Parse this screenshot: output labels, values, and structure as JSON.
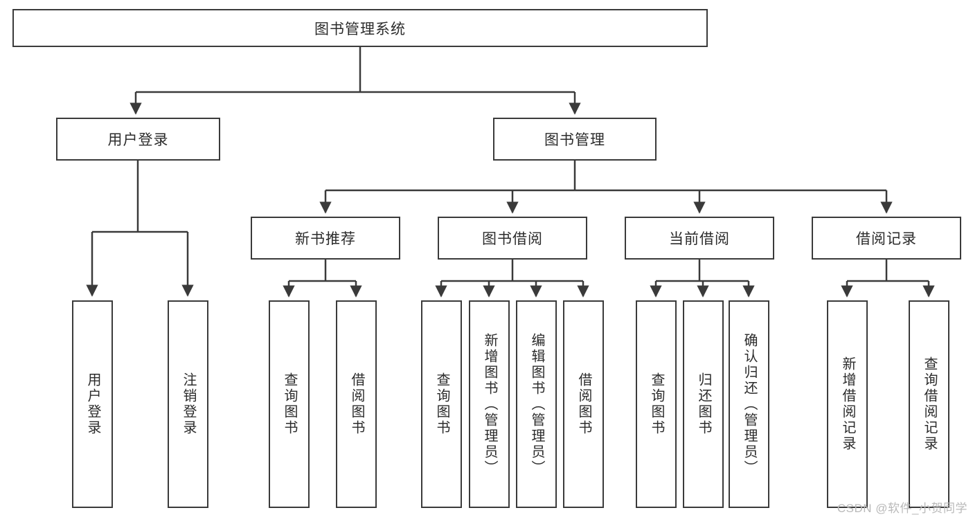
{
  "diagram": {
    "title": "图书管理系统",
    "type": "tree-hierarchy-chart",
    "root": {
      "id": "root",
      "label": "图书管理系统"
    },
    "level2": [
      {
        "id": "user-login",
        "label": "用户登录"
      },
      {
        "id": "book-manage",
        "label": "图书管理"
      }
    ],
    "level3": [
      {
        "id": "new-book-rec",
        "label": "新书推荐"
      },
      {
        "id": "book-borrow",
        "label": "图书借阅"
      },
      {
        "id": "current-borrow",
        "label": "当前借阅"
      },
      {
        "id": "borrow-record",
        "label": "借阅记录"
      }
    ],
    "leaves": [
      {
        "id": "leaf-user-login",
        "label": "用户登录",
        "parent": "user-login"
      },
      {
        "id": "leaf-logout",
        "label": "注销登录",
        "parent": "user-login"
      },
      {
        "id": "leaf-query-book-1",
        "label": "查询图书",
        "parent": "new-book-rec"
      },
      {
        "id": "leaf-borrow-book-1",
        "label": "借阅图书",
        "parent": "new-book-rec"
      },
      {
        "id": "leaf-query-book-2",
        "label": "查询图书",
        "parent": "book-borrow"
      },
      {
        "id": "leaf-add-book",
        "label": "新增图书（管理员）",
        "parent": "book-borrow"
      },
      {
        "id": "leaf-edit-book",
        "label": "编辑图书（管理员）",
        "parent": "book-borrow"
      },
      {
        "id": "leaf-borrow-book-2",
        "label": "借阅图书",
        "parent": "book-borrow"
      },
      {
        "id": "leaf-query-book-3",
        "label": "查询图书",
        "parent": "current-borrow"
      },
      {
        "id": "leaf-return-book",
        "label": "归还图书",
        "parent": "current-borrow"
      },
      {
        "id": "leaf-confirm-return",
        "label": "确认归还（管理员）",
        "parent": "current-borrow"
      },
      {
        "id": "leaf-add-record",
        "label": "新增借阅记录",
        "parent": "borrow-record"
      },
      {
        "id": "leaf-query-record",
        "label": "查询借阅记录",
        "parent": "borrow-record"
      }
    ]
  },
  "watermark": {
    "text": "CSDN @软件_小贺同学"
  },
  "colors": {
    "border": "#3a3a3a",
    "text": "#2b2b2b",
    "background": "#ffffff",
    "watermark": "#b9b9b9"
  }
}
